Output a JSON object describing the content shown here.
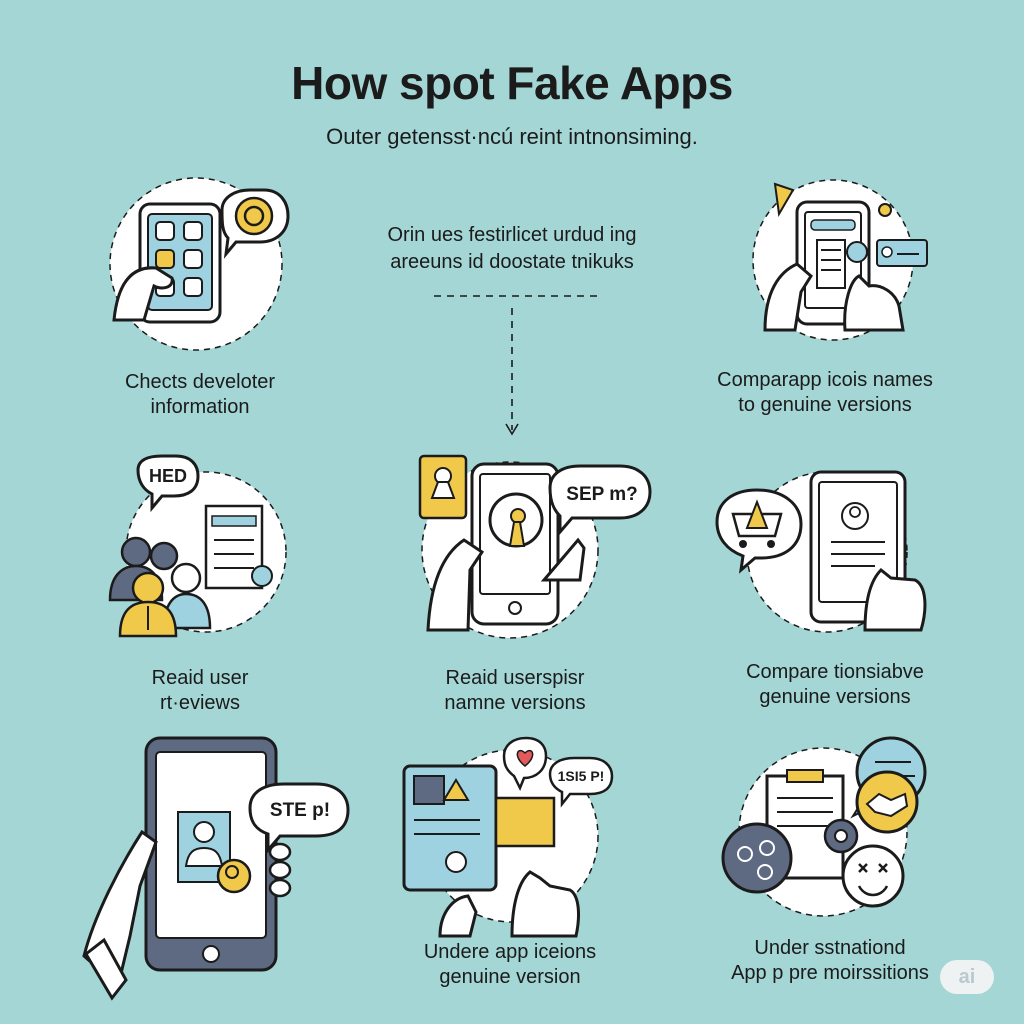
{
  "header": {
    "title": "How spot Fake Apps",
    "subtitle": "Outer getensst·ncú reint intnonsiming."
  },
  "center_note": {
    "line1": "Orin ues festirlicet urdud ing",
    "line2": "areeuns id doostate tnikuks"
  },
  "tiles": [
    {
      "caption_lines": [
        "Chects develoter",
        "information"
      ]
    },
    {
      "caption_lines": [
        "Comparapp icois names",
        "to genuine versions"
      ]
    },
    {
      "caption_lines": [
        "Reaid user",
        "rt·eviews"
      ],
      "bubble": "HED"
    },
    {
      "caption_lines": [
        "Reaid userspisr",
        "namne versions"
      ],
      "bubble": "SEP m?"
    },
    {
      "caption_lines": [
        "Compare tionsiabve",
        "genuine versions"
      ]
    },
    {
      "caption_lines": [
        "Undere app iceions",
        "genuine version"
      ],
      "bubble": "STE p!"
    },
    {
      "caption_lines": [
        "",
        ""
      ],
      "bubble": "1SI5 P!"
    },
    {
      "caption_lines": [
        "Under sstnationd",
        "App p pre moirssitions"
      ]
    }
  ],
  "badge": {
    "label": "ai"
  },
  "colors": {
    "background": "#a4d6d6",
    "accent_yellow": "#f0c94a",
    "accent_blue": "#9fd2e0",
    "outline": "#1b1b1b",
    "white": "#ffffff",
    "heart": "#e35a5a"
  },
  "icons": [
    "tablet-icon",
    "phone-icon",
    "chat-bubble-icon",
    "user-group-icon",
    "keyhole-icon",
    "warning-cart-icon",
    "handshake-icon",
    "gear-icon",
    "heart-icon"
  ]
}
